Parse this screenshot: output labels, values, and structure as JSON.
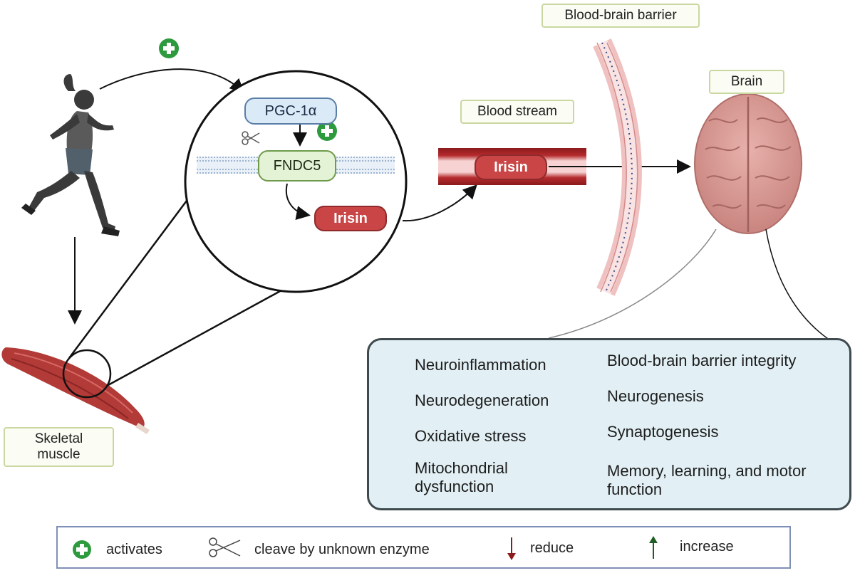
{
  "labels": {
    "blood_brain_barrier": "Blood-brain barrier",
    "brain": "Brain",
    "blood_stream": "Blood stream",
    "skeletal_muscle": "Skeletal muscle"
  },
  "molecules": {
    "pgc": "PGC-1α",
    "fndc5": "FNDC5",
    "irisin_muscle": "Irisin",
    "irisin_blood": "Irisin"
  },
  "effects": {
    "reduce": [
      "Neuroinflammation",
      "Neurodegeneration",
      "Oxidative stress",
      "Mitochondrial dysfunction"
    ],
    "increase": [
      "Blood-brain barrier integrity",
      "Neurogenesis",
      "Synaptogenesis",
      "Memory, learning, and motor function"
    ]
  },
  "legend": {
    "activates": "activates",
    "cleave": "cleave by unknown enzyme",
    "reduce": "reduce",
    "increase": "increase"
  },
  "colors": {
    "activate_green": "#2e9a3e",
    "reduce_red": "#8e1b1b",
    "increase_green": "#1f5e22",
    "irisin_red": "#c94546",
    "panel_bg": "#e2f0f5"
  }
}
